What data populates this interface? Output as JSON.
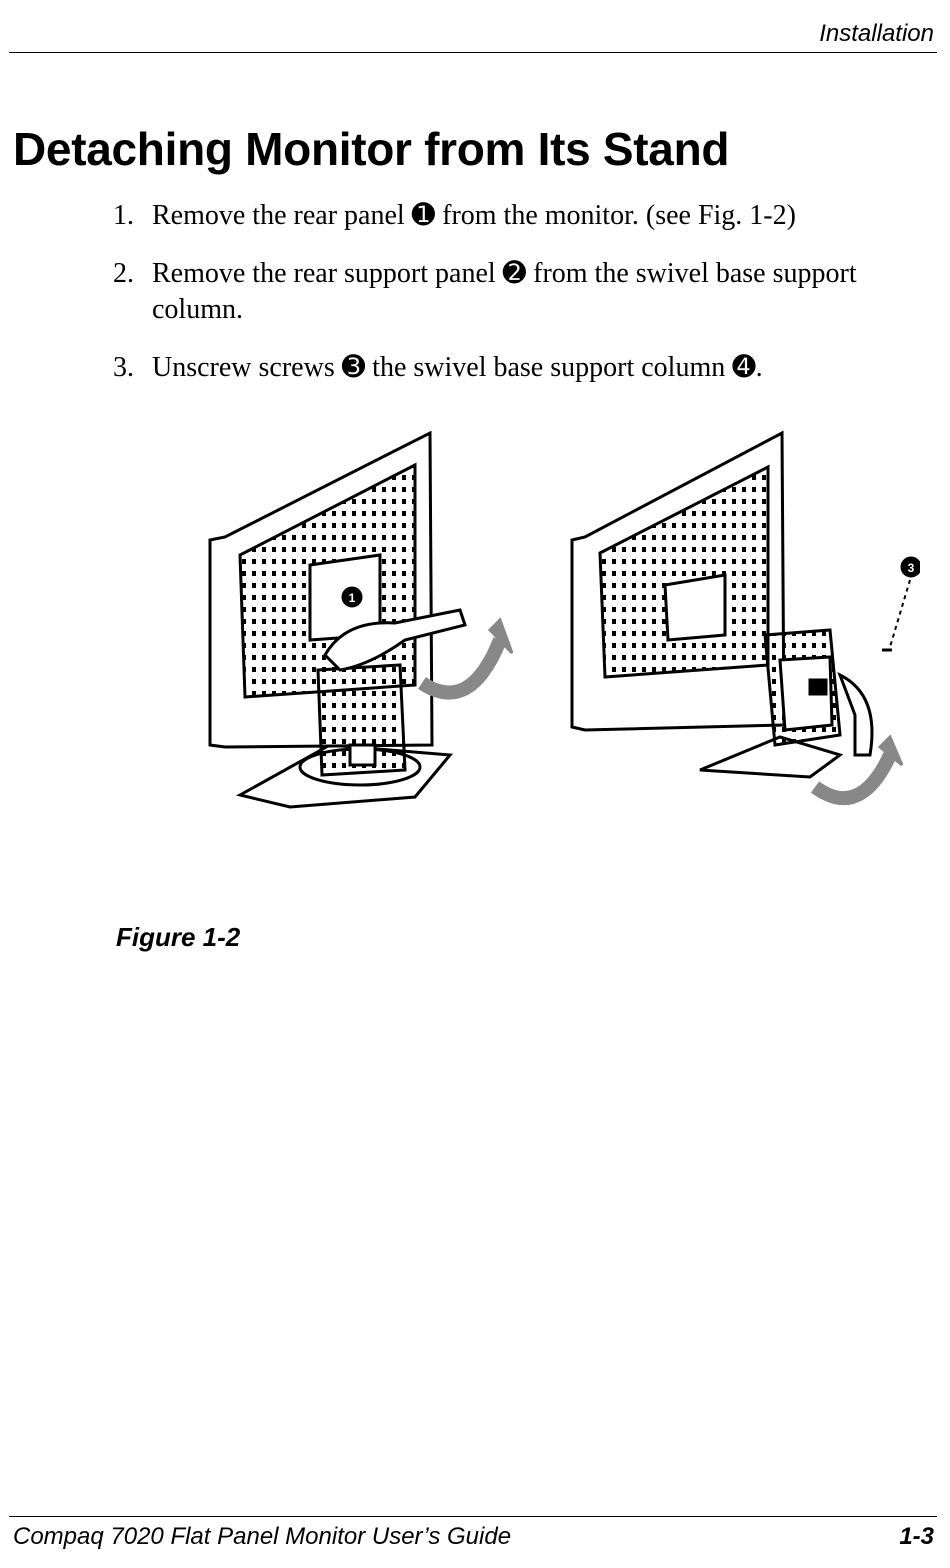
{
  "header": {
    "running_head": "Installation"
  },
  "title": "Detaching Monitor from Its Stand",
  "steps": [
    {
      "number": "1.",
      "text": "Remove the rear panel ➊ from the monitor. (see Fig. 1-2)"
    },
    {
      "number": "2.",
      "text": "Remove the rear support panel ➋ from the swivel base support column."
    },
    {
      "number": "3.",
      "text": "Unscrew screws ➌ the swivel base support column ➍."
    }
  ],
  "figure": {
    "callouts": [
      "1",
      "3"
    ],
    "caption": "Figure 1-2"
  },
  "footer": {
    "guide_title": "Compaq 7020 Flat Panel Monitor User’s Guide",
    "page_number": "1-3"
  }
}
